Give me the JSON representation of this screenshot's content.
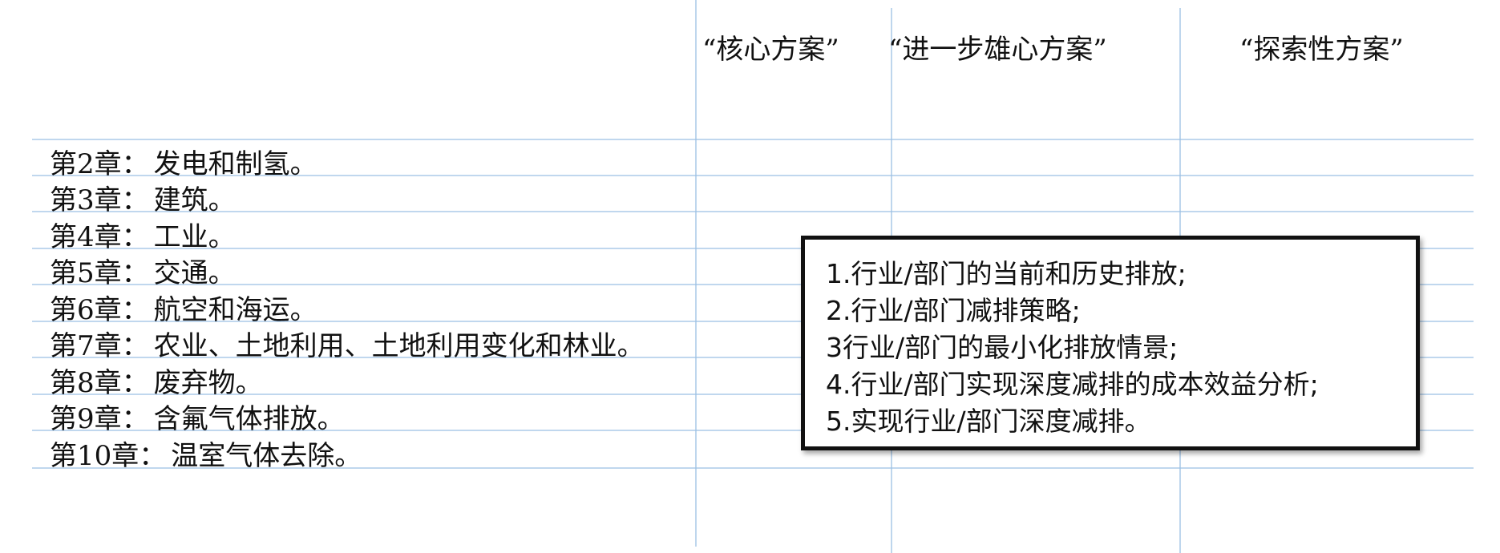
{
  "columns": [
    "“核心方案”",
    "“进一步雄心方案”",
    "“探索性方案”"
  ],
  "chapters": [
    {
      "label": "第2章：",
      "title": "发电和制氢。"
    },
    {
      "label": "第3章：",
      "title": "建筑。"
    },
    {
      "label": "第4章：",
      "title": "工业。"
    },
    {
      "label": "第5章：",
      "title": "交通。"
    },
    {
      "label": "第6章：",
      "title": "航空和海运。"
    },
    {
      "label": "第7章：",
      "title": "农业、土地利用、土地利用变化和林业。"
    },
    {
      "label": "第8章：",
      "title": "废弃物。"
    },
    {
      "label": "第9章：",
      "title": "含氟气体排放。"
    },
    {
      "label": "第10章：",
      "title": "温室气体去除。"
    }
  ],
  "callout": {
    "items": [
      "1.行业/部门的当前和历史排放;",
      "2.行业/部门减排策略;",
      "3行业/部门的最小化排放情景;",
      "4.行业/部门实现深度减排的成本效益分析;",
      "5.实现行业/部门深度减排。"
    ]
  },
  "colors": {
    "grid_line": "#9bbfe3",
    "text": "#111111",
    "callout_border": "#111111"
  }
}
